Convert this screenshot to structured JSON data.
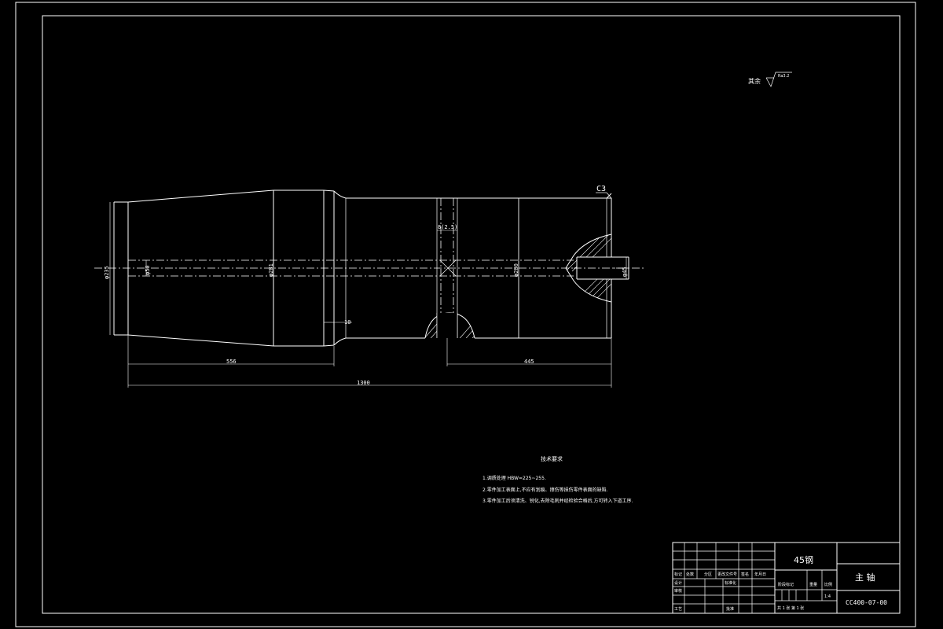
{
  "drawing": {
    "roughness": {
      "prefix": "其余",
      "value": "Ra3.2"
    },
    "chamfer": "C3",
    "dimensions": {
      "dia_left_end": "φ235",
      "dia_bore": "φ50",
      "dia_middle": "φ281",
      "dia_right": "φ280",
      "dia_thread": "φ45",
      "groove": "8(2.5)",
      "step": "10",
      "len_left": "556",
      "len_right": "445",
      "len_total": "1300"
    }
  },
  "tech_requirements": {
    "title": "技术要求",
    "items": [
      "1.调质处理 HBW=225~255.",
      "2.零件加工表面上,不应有划痕、擦伤等损伤零件表面的缺陷.",
      "3.零件加工后须清洗、锐化,去除毛刺并经检验合格后,方可转入下道工序."
    ]
  },
  "title_block": {
    "material": "45钢",
    "part_name": "主 轴",
    "drawing_no": "CC400-07-00",
    "header_cells": [
      "标记",
      "处数",
      "分区",
      "更改文件号",
      "签名",
      "年月日"
    ],
    "left_labels": [
      "设计",
      "审核",
      "工艺"
    ],
    "std_label": "标准化",
    "approve_label": "批准",
    "stage_label": "阶段标记",
    "weight_label": "重量",
    "scale_label": "比例",
    "scale_value": "1:4",
    "sheets": "共 1 张  第 1 张"
  }
}
